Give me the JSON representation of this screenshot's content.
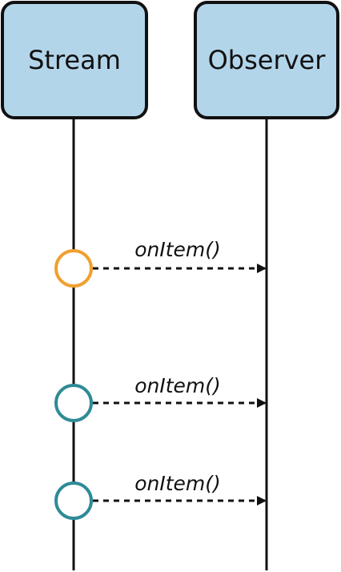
{
  "participants": {
    "stream": {
      "label": "Stream"
    },
    "observer": {
      "label": "Observer"
    }
  },
  "messages": [
    {
      "label": "onItem()",
      "event_color": "#f0a030"
    },
    {
      "label": "onItem()",
      "event_color": "#2e8b96"
    },
    {
      "label": "onItem()",
      "event_color": "#2e8b96"
    }
  ],
  "colors": {
    "box_fill": "#b3d5ea",
    "box_stroke": "#111111",
    "line": "#111111"
  }
}
